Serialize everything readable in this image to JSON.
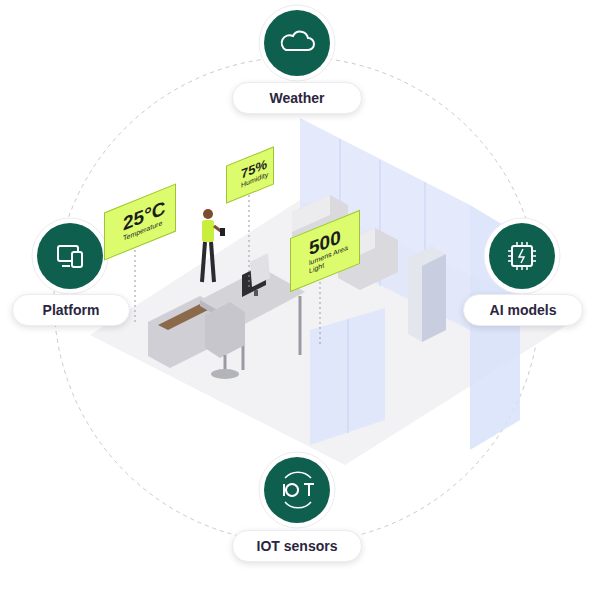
{
  "diagram": {
    "nodes": [
      {
        "text": [
          "Weather"
        ]
      },
      {
        "text": [
          "75%",
          "Humidity"
        ]
      },
      {
        "text": [
          "25°C",
          "Temperature"
        ]
      },
      {
        "text": [
          "Platform"
        ]
      },
      {
        "text": [
          "500",
          "lumens Area Light"
        ]
      },
      {
        "text": [
          "AI models"
        ]
      },
      {
        "text": [
          "IOT sensors"
        ]
      }
    ]
  }
}
